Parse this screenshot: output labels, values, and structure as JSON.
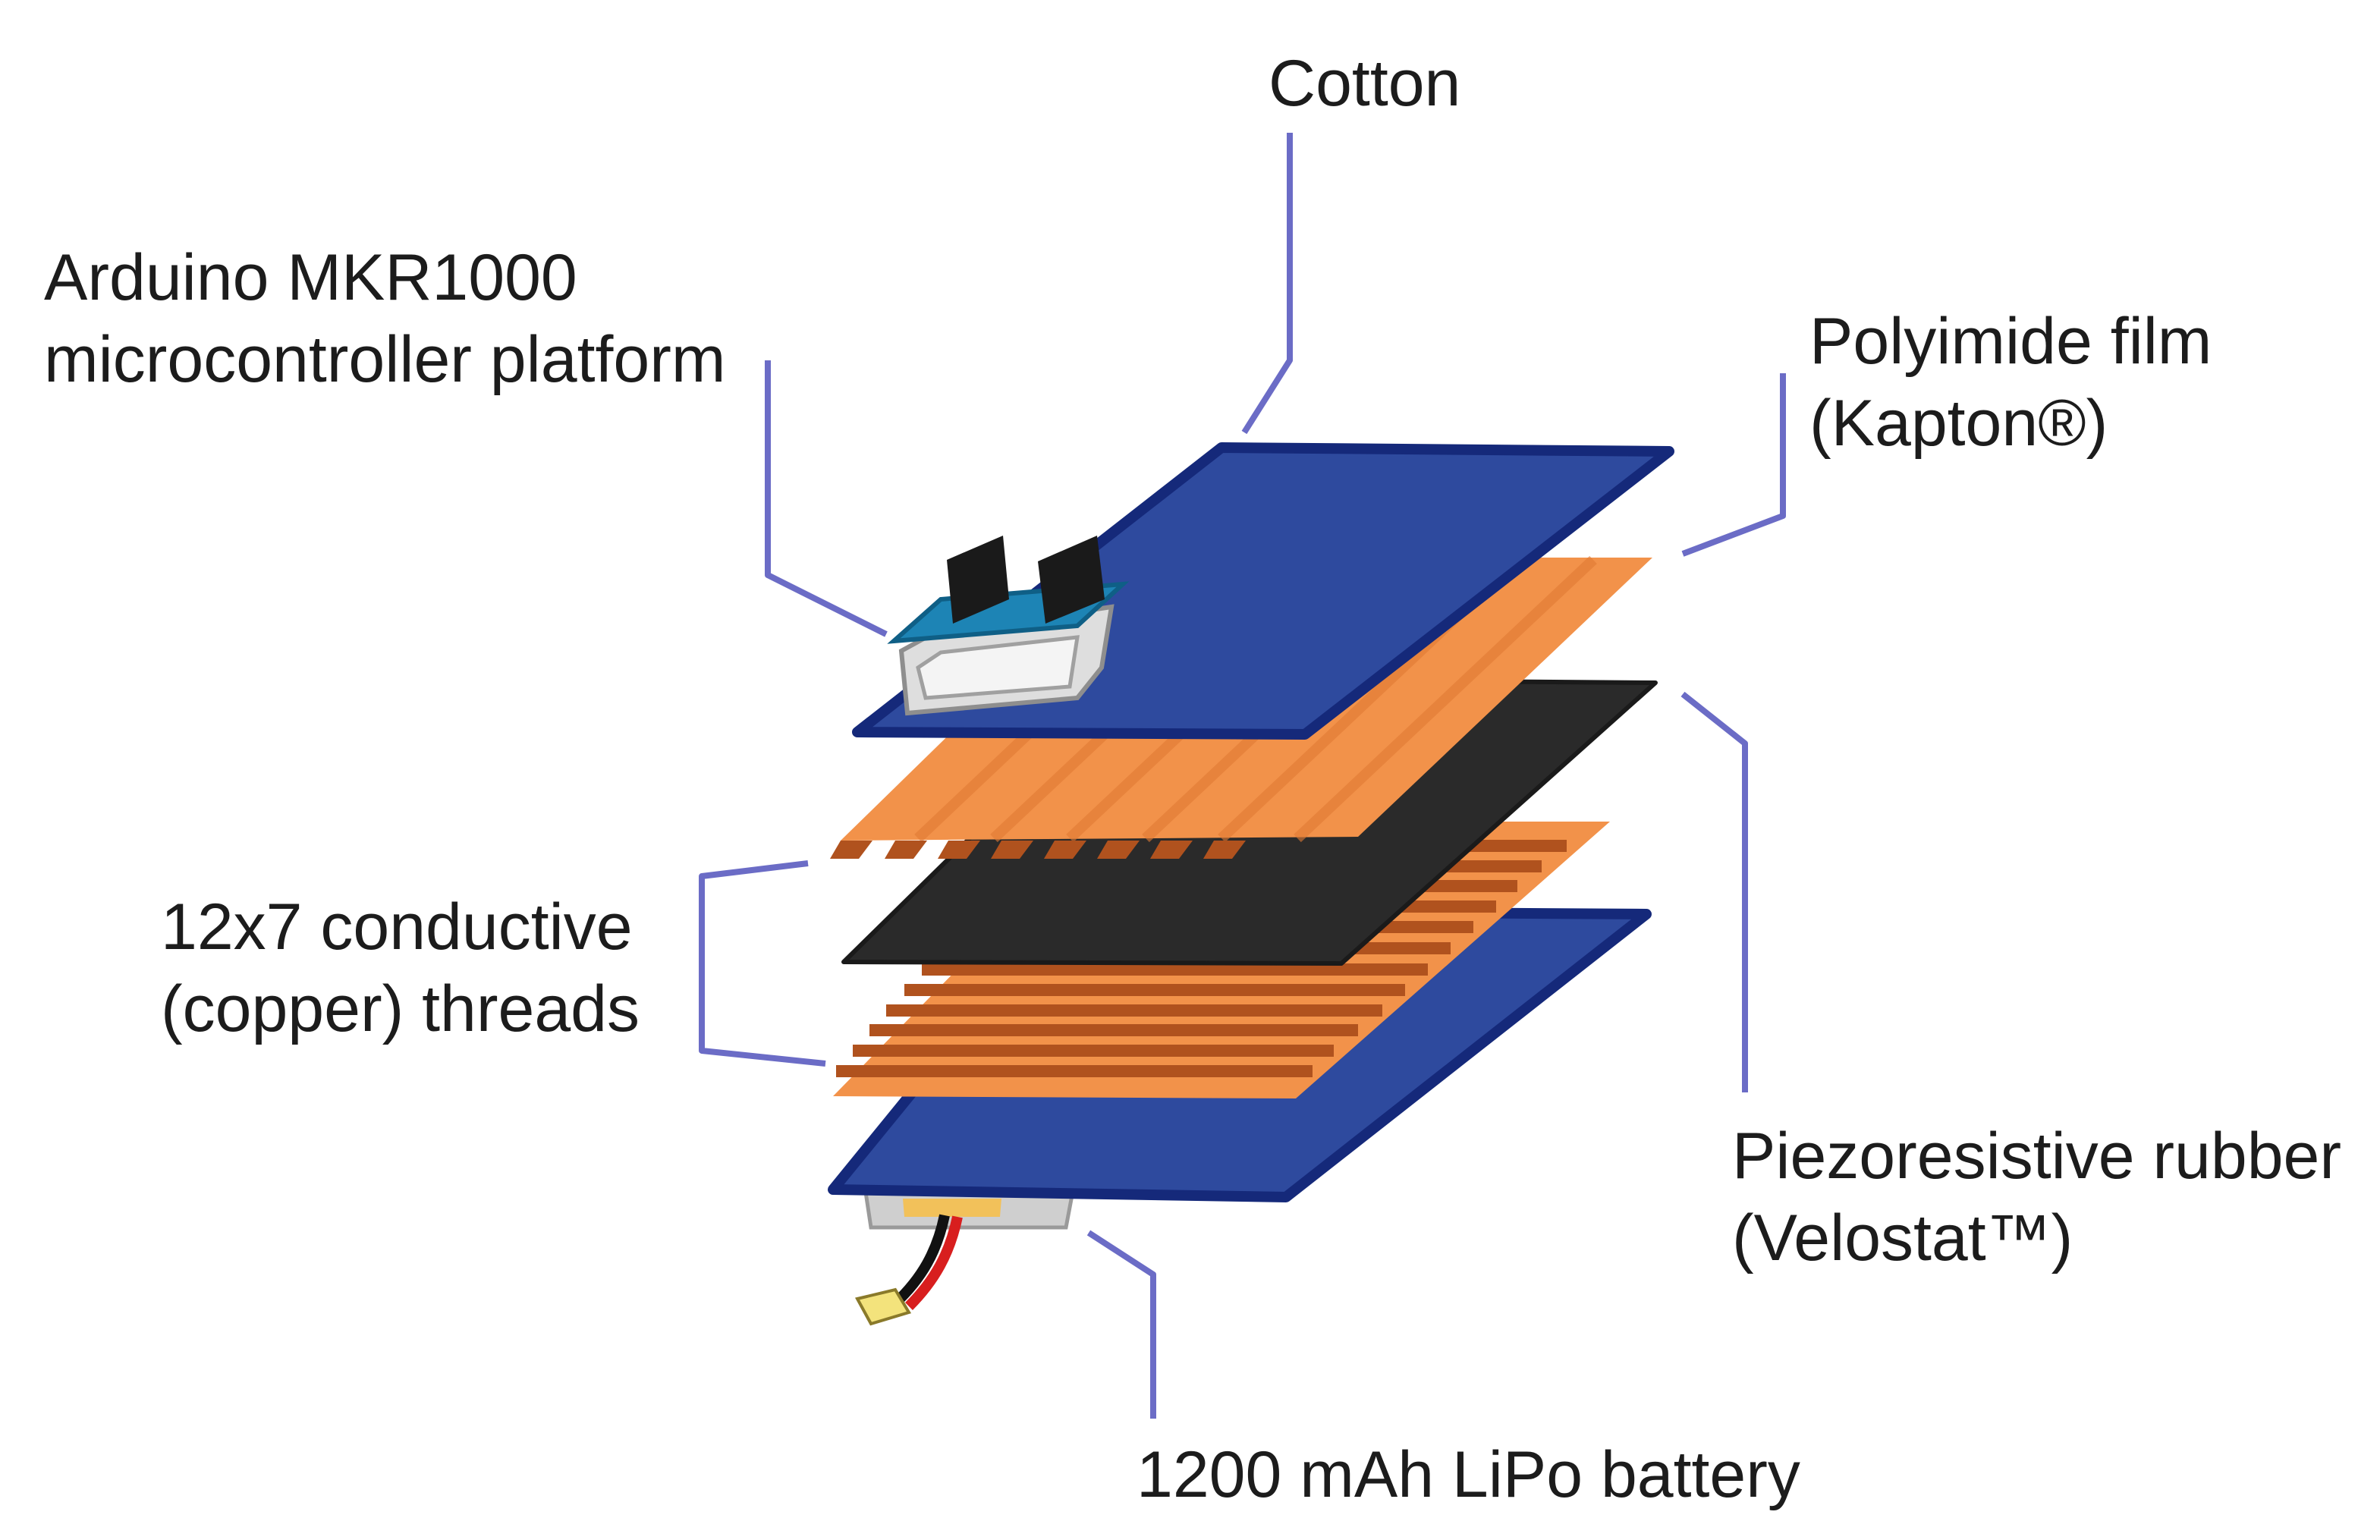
{
  "labels": {
    "cotton": "Cotton",
    "arduino": [
      "Arduino MKR1000",
      "microcontroller platform"
    ],
    "polyimide": [
      "Polyimide film",
      "(Kapton®)"
    ],
    "threads": [
      "12x7 conductive",
      "(copper) threads"
    ],
    "velostat": [
      "Piezoresistive rubber",
      "(Velostat™)"
    ],
    "battery": "1200 mAh LiPo battery"
  },
  "colors": {
    "cotton": "#2e4a9e",
    "cotton_edge": "#15297a",
    "polyimide": "#f2924a",
    "copper_stripe": "#b0521e",
    "velostat": "#2a2a2a",
    "leader": "#6b6cc6",
    "arduino_board": "#1d84b5",
    "header_pins": "#1a1a1a",
    "battery": "#cfcfcf",
    "wire_red": "#d81e1e",
    "wire_black": "#111111",
    "connector": "#f3e37c"
  }
}
